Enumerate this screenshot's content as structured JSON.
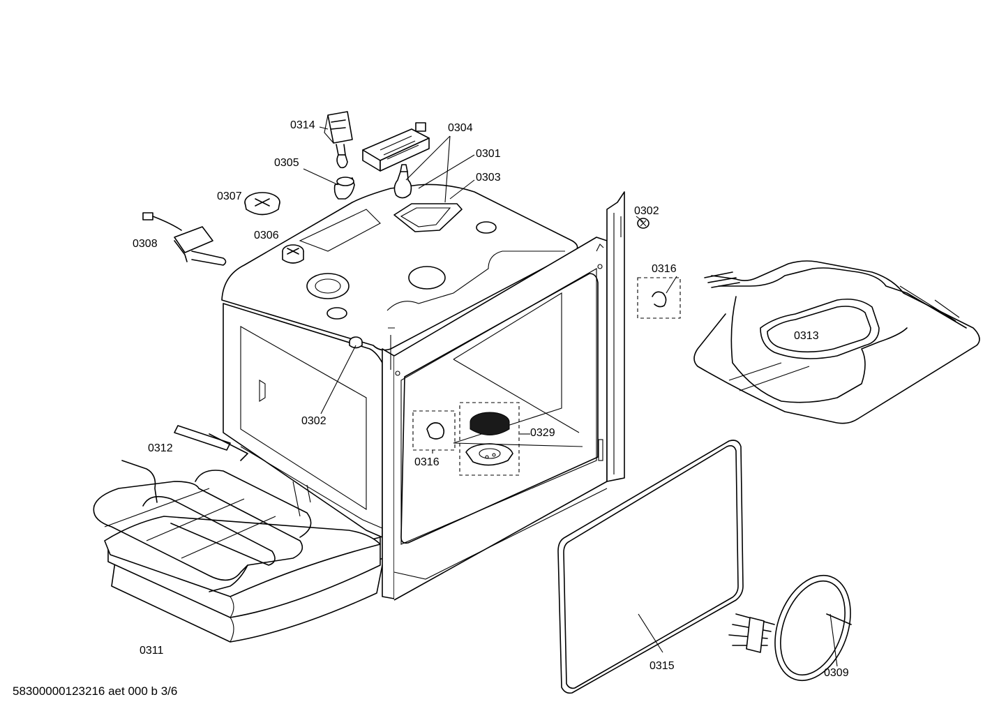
{
  "labels": {
    "p0314": "0314",
    "p0304": "0304",
    "p0301": "0301",
    "p0305": "0305",
    "p0303": "0303",
    "p0307": "0307",
    "p0302_top": "0302",
    "p0306": "0306",
    "p0308": "0308",
    "p0316_right": "0316",
    "p0313": "0313",
    "p0302_center": "0302",
    "p0312": "0312",
    "p0329": "0329",
    "p0316_center": "0316",
    "p0311": "0311",
    "p0315": "0315",
    "p0309": "0309"
  },
  "footer": {
    "document_code": "58300000123216 aet 000 b 3/6"
  },
  "colors": {
    "line": "#000000",
    "background": "#ffffff",
    "filter_fill": "#1a1a1a"
  }
}
